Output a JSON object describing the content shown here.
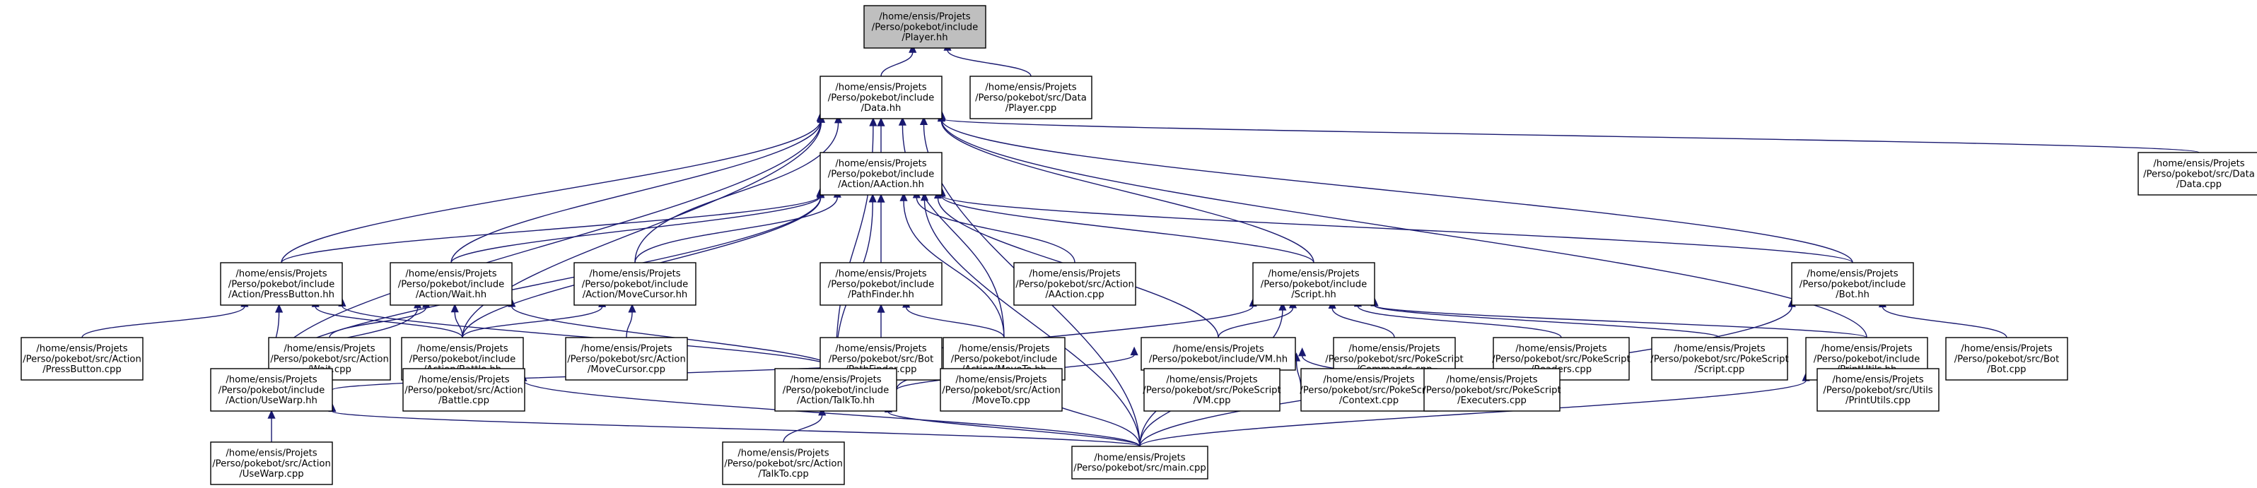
{
  "graph": {
    "title": "",
    "edge_color": "#191970",
    "root_fill": "#bfbfbf",
    "nodes": [
      {
        "id": "player_hh",
        "lines": [
          "/home/ensis/Projets",
          "/Perso/pokebot/include",
          "/Player.hh"
        ],
        "root": true
      },
      {
        "id": "data_hh",
        "lines": [
          "/home/ensis/Projets",
          "/Perso/pokebot/include",
          "/Data.hh"
        ]
      },
      {
        "id": "player_cpp",
        "lines": [
          "/home/ensis/Projets",
          "/Perso/pokebot/src/Data",
          "/Player.cpp"
        ]
      },
      {
        "id": "aaction_hh",
        "lines": [
          "/home/ensis/Projets",
          "/Perso/pokebot/include",
          "/Action/AAction.hh"
        ]
      },
      {
        "id": "data_cpp",
        "lines": [
          "/home/ensis/Projets",
          "/Perso/pokebot/src/Data",
          "/Data.cpp"
        ]
      },
      {
        "id": "pressbutton_hh",
        "lines": [
          "/home/ensis/Projets",
          "/Perso/pokebot/include",
          "/Action/PressButton.hh"
        ]
      },
      {
        "id": "wait_hh",
        "lines": [
          "/home/ensis/Projets",
          "/Perso/pokebot/include",
          "/Action/Wait.hh"
        ]
      },
      {
        "id": "movecursor_hh",
        "lines": [
          "/home/ensis/Projets",
          "/Perso/pokebot/include",
          "/Action/MoveCursor.hh"
        ]
      },
      {
        "id": "pathfinder_hh",
        "lines": [
          "/home/ensis/Projets",
          "/Perso/pokebot/include",
          "/PathFinder.hh"
        ]
      },
      {
        "id": "aaction_cpp",
        "lines": [
          "/home/ensis/Projets",
          "/Perso/pokebot/src/Action",
          "/AAction.cpp"
        ]
      },
      {
        "id": "script_hh",
        "lines": [
          "/home/ensis/Projets",
          "/Perso/pokebot/include",
          "/Script.hh"
        ]
      },
      {
        "id": "bot_hh",
        "lines": [
          "/home/ensis/Projets",
          "/Perso/pokebot/include",
          "/Bot.hh"
        ]
      },
      {
        "id": "pressbutton_cpp",
        "lines": [
          "/home/ensis/Projets",
          "/Perso/pokebot/src/Action",
          "/PressButton.cpp"
        ]
      },
      {
        "id": "wait_cpp",
        "lines": [
          "/home/ensis/Projets",
          "/Perso/pokebot/src/Action",
          "/Wait.cpp"
        ]
      },
      {
        "id": "battle_hh",
        "lines": [
          "/home/ensis/Projets",
          "/Perso/pokebot/include",
          "/Action/Battle.hh"
        ]
      },
      {
        "id": "movecursor_cpp",
        "lines": [
          "/home/ensis/Projets",
          "/Perso/pokebot/src/Action",
          "/MoveCursor.cpp"
        ]
      },
      {
        "id": "pathfinder_cpp",
        "lines": [
          "/home/ensis/Projets",
          "/Perso/pokebot/src/Bot",
          "/PathFinder.cpp"
        ]
      },
      {
        "id": "moveto_hh",
        "lines": [
          "/home/ensis/Projets",
          "/Perso/pokebot/include",
          "/Action/MoveTo.hh"
        ]
      },
      {
        "id": "vm_hh",
        "lines": [
          "/home/ensis/Projets",
          "/Perso/pokebot/include/VM.hh"
        ]
      },
      {
        "id": "commands_cpp",
        "lines": [
          "/home/ensis/Projets",
          "/Perso/pokebot/src/PokeScript",
          "/Commands.cpp"
        ]
      },
      {
        "id": "readers_cpp",
        "lines": [
          "/home/ensis/Projets",
          "/Perso/pokebot/src/PokeScript",
          "/Readers.cpp"
        ]
      },
      {
        "id": "script_cpp",
        "lines": [
          "/home/ensis/Projets",
          "/Perso/pokebot/src/PokeScript",
          "/Script.cpp"
        ]
      },
      {
        "id": "printutils_hh",
        "lines": [
          "/home/ensis/Projets",
          "/Perso/pokebot/include",
          "/PrintUtils.hh"
        ]
      },
      {
        "id": "bot_cpp",
        "lines": [
          "/home/ensis/Projets",
          "/Perso/pokebot/src/Bot",
          "/Bot.cpp"
        ]
      },
      {
        "id": "usewarp_hh",
        "lines": [
          "/home/ensis/Projets",
          "/Perso/pokebot/include",
          "/Action/UseWarp.hh"
        ]
      },
      {
        "id": "battle_cpp",
        "lines": [
          "/home/ensis/Projets",
          "/Perso/pokebot/src/Action",
          "/Battle.cpp"
        ]
      },
      {
        "id": "talkto_hh",
        "lines": [
          "/home/ensis/Projets",
          "/Perso/pokebot/include",
          "/Action/TalkTo.hh"
        ]
      },
      {
        "id": "moveto_cpp",
        "lines": [
          "/home/ensis/Projets",
          "/Perso/pokebot/src/Action",
          "/MoveTo.cpp"
        ]
      },
      {
        "id": "vm_cpp",
        "lines": [
          "/home/ensis/Projets",
          "/Perso/pokebot/src/PokeScript",
          "/VM.cpp"
        ]
      },
      {
        "id": "context_cpp",
        "lines": [
          "/home/ensis/Projets",
          "/Perso/pokebot/src/PokeScript",
          "/Context.cpp"
        ]
      },
      {
        "id": "executers_cpp",
        "lines": [
          "/home/ensis/Projets",
          "/Perso/pokebot/src/PokeScript",
          "/Executers.cpp"
        ]
      },
      {
        "id": "printutils_cpp",
        "lines": [
          "/home/ensis/Projets",
          "/Perso/pokebot/src/Utils",
          "/PrintUtils.cpp"
        ]
      },
      {
        "id": "usewarp_cpp",
        "lines": [
          "/home/ensis/Projets",
          "/Perso/pokebot/src/Action",
          "/UseWarp.cpp"
        ]
      },
      {
        "id": "talkto_cpp",
        "lines": [
          "/home/ensis/Projets",
          "/Perso/pokebot/src/Action",
          "/TalkTo.cpp"
        ]
      },
      {
        "id": "main_cpp",
        "lines": [
          "/home/ensis/Projets",
          "/Perso/pokebot/src/main.cpp"
        ]
      }
    ],
    "edges": [
      {
        "from": "player_hh",
        "to": "data_hh"
      },
      {
        "from": "player_hh",
        "to": "player_cpp"
      },
      {
        "from": "data_hh",
        "to": "aaction_hh"
      },
      {
        "from": "data_hh",
        "to": "data_cpp"
      },
      {
        "from": "data_hh",
        "to": "pressbutton_hh"
      },
      {
        "from": "data_hh",
        "to": "wait_hh"
      },
      {
        "from": "data_hh",
        "to": "movecursor_hh"
      },
      {
        "from": "data_hh",
        "to": "script_hh"
      },
      {
        "from": "data_hh",
        "to": "bot_hh"
      },
      {
        "from": "data_hh",
        "to": "battle_hh"
      },
      {
        "from": "data_hh",
        "to": "moveto_hh"
      },
      {
        "from": "data_hh",
        "to": "usewarp_hh"
      },
      {
        "from": "data_hh",
        "to": "talkto_hh"
      },
      {
        "from": "data_hh",
        "to": "printutils_hh"
      },
      {
        "from": "data_hh",
        "to": "main_cpp"
      },
      {
        "from": "aaction_hh",
        "to": "pressbutton_hh"
      },
      {
        "from": "aaction_hh",
        "to": "wait_hh"
      },
      {
        "from": "aaction_hh",
        "to": "movecursor_hh"
      },
      {
        "from": "aaction_hh",
        "to": "pathfinder_hh"
      },
      {
        "from": "aaction_hh",
        "to": "aaction_cpp"
      },
      {
        "from": "aaction_hh",
        "to": "script_hh"
      },
      {
        "from": "aaction_hh",
        "to": "bot_hh"
      },
      {
        "from": "aaction_hh",
        "to": "battle_hh"
      },
      {
        "from": "aaction_hh",
        "to": "moveto_hh"
      },
      {
        "from": "aaction_hh",
        "to": "vm_hh"
      },
      {
        "from": "aaction_hh",
        "to": "usewarp_hh"
      },
      {
        "from": "aaction_hh",
        "to": "talkto_hh"
      },
      {
        "from": "aaction_hh",
        "to": "main_cpp"
      },
      {
        "from": "pressbutton_hh",
        "to": "pressbutton_cpp"
      },
      {
        "from": "pressbutton_hh",
        "to": "battle_hh"
      },
      {
        "from": "pressbutton_hh",
        "to": "usewarp_hh"
      },
      {
        "from": "pressbutton_hh",
        "to": "talkto_hh"
      },
      {
        "from": "wait_hh",
        "to": "wait_cpp"
      },
      {
        "from": "wait_hh",
        "to": "battle_hh"
      },
      {
        "from": "wait_hh",
        "to": "usewarp_hh"
      },
      {
        "from": "wait_hh",
        "to": "talkto_hh"
      },
      {
        "from": "movecursor_hh",
        "to": "battle_hh"
      },
      {
        "from": "movecursor_hh",
        "to": "movecursor_cpp"
      },
      {
        "from": "pathfinder_hh",
        "to": "pathfinder_cpp"
      },
      {
        "from": "pathfinder_hh",
        "to": "moveto_hh"
      },
      {
        "from": "script_hh",
        "to": "vm_hh"
      },
      {
        "from": "script_hh",
        "to": "commands_cpp"
      },
      {
        "from": "script_hh",
        "to": "readers_cpp"
      },
      {
        "from": "script_hh",
        "to": "script_cpp"
      },
      {
        "from": "script_hh",
        "to": "printutils_hh"
      },
      {
        "from": "script_hh",
        "to": "talkto_hh"
      },
      {
        "from": "script_hh",
        "to": "main_cpp"
      },
      {
        "from": "bot_hh",
        "to": "bot_cpp"
      },
      {
        "from": "bot_hh",
        "to": "main_cpp"
      },
      {
        "from": "battle_hh",
        "to": "battle_cpp"
      },
      {
        "from": "battle_hh",
        "to": "main_cpp"
      },
      {
        "from": "moveto_hh",
        "to": "usewarp_hh"
      },
      {
        "from": "moveto_hh",
        "to": "talkto_hh"
      },
      {
        "from": "moveto_hh",
        "to": "moveto_cpp"
      },
      {
        "from": "moveto_hh",
        "to": "main_cpp"
      },
      {
        "from": "vm_hh",
        "to": "talkto_hh"
      },
      {
        "from": "vm_hh",
        "to": "vm_cpp"
      },
      {
        "from": "vm_hh",
        "to": "context_cpp"
      },
      {
        "from": "vm_hh",
        "to": "executers_cpp"
      },
      {
        "from": "vm_hh",
        "to": "main_cpp"
      },
      {
        "from": "printutils_hh",
        "to": "printutils_cpp"
      },
      {
        "from": "printutils_hh",
        "to": "main_cpp"
      },
      {
        "from": "usewarp_hh",
        "to": "usewarp_cpp"
      },
      {
        "from": "usewarp_hh",
        "to": "main_cpp"
      },
      {
        "from": "talkto_hh",
        "to": "talkto_cpp"
      },
      {
        "from": "talkto_hh",
        "to": "main_cpp"
      }
    ]
  }
}
